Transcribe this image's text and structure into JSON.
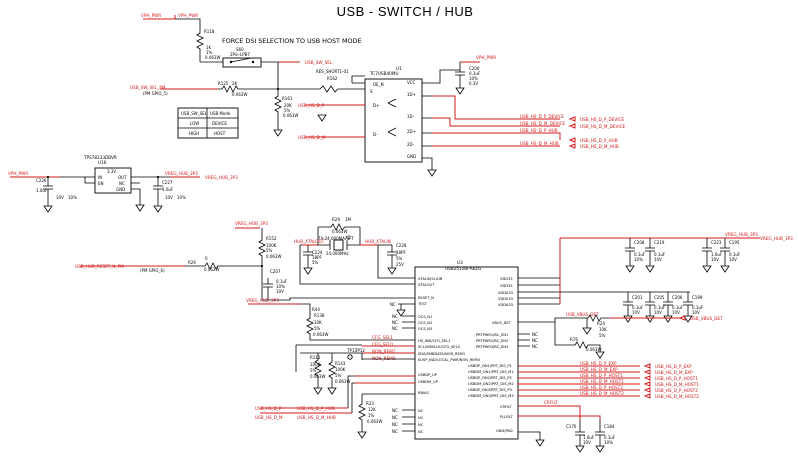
{
  "title": "USB - SWITCH / HUB",
  "note": "FORCE DSI SELECTION TO USB HOST MODE",
  "colors": {
    "wire": "#000000",
    "net": "#d01818",
    "bg": "#ffffff"
  },
  "nets": {
    "vph_pwr": "VPH_PWR",
    "usb_sw_sel": "USB_SW_SEL",
    "usb_sw_sel_pm": "USB_SW_SEL_PM",
    "pm_gpio": "(PM GPIO_5)",
    "usb_hs_d_p": "USB_HS_D_P",
    "usb_hs_d_m": "USB_HS_D_M",
    "dev_p": "USB_HS_D_P_DEVICE",
    "dev_m": "USB_HS_D_M_DEVICE",
    "hub_p": "USB_HS_D_P_HUB",
    "hub_m": "USB_HS_D_M_HUB",
    "vreg_hub": "VREG_HUB_3P3",
    "hub_reset": "USB_HUB_RESET_N_PM",
    "pm_gpio2": "(PM GPIO_6)",
    "hub_xtal_out": "HUB_XTALOUT",
    "hub_xtal_in": "HUB_XTALIN",
    "ext_p": "USB_HS_D_P_EXP",
    "ext_m": "USB_HS_D_M_EXP",
    "host1_p": "USB_HS_D_P_HOST1",
    "host1_m": "USB_HS_D_M_HOST1",
    "host2_p": "USB_HS_D_P_HOST2",
    "host2_m": "USB_HS_D_M_HOST2",
    "vbus_det": "USB_VBUS_DET",
    "crfilt": "CRFILT",
    "pllflt": "PLLFILT"
  },
  "table": {
    "header": [
      "USB_SW_SEL",
      "USB Mode"
    ],
    "rows": [
      [
        "LOW",
        "DEVICE"
      ],
      [
        "HIGH",
        "HOST"
      ]
    ]
  },
  "components": {
    "r118": [
      "R118",
      "1K",
      "1%",
      "0.063W"
    ],
    "s60": [
      "S60",
      "2Pin-LPB7"
    ],
    "r125": [
      "R125",
      "2K",
      "5%",
      "0.063W"
    ],
    "r161": [
      "R161",
      "20K",
      "5%",
      "0.063W"
    ],
    "r162": [
      "RES_SHORT1-01",
      "R162"
    ],
    "u1": [
      "U1",
      "TC7USB40MU"
    ],
    "u1_pins_left": [
      "OE_N",
      "S",
      "D+",
      "D-"
    ],
    "u1_pins_right": [
      "VCC",
      "1D+",
      "1D-",
      "2D+",
      "2D-",
      "GND"
    ],
    "c200": [
      "C200",
      "0.1uF",
      "10%",
      "6.3V"
    ],
    "u16": [
      "U16",
      "TPS78233DBVR"
    ],
    "u16_pins": [
      "IN",
      "EN",
      "OUT",
      "NC",
      "GND"
    ],
    "u16_volt": "3.3V",
    "c226": [
      "C226",
      "1.0uF",
      "10V",
      "10%"
    ],
    "c227": [
      "C227",
      "1.0uF",
      "10V",
      "10%"
    ],
    "r29": [
      "R29",
      "1M",
      "0.063W"
    ],
    "y2": [
      "Y2",
      "7A-24.000MAAE-T",
      "24.000MHz"
    ],
    "c224": [
      "C224",
      "18PF",
      "5%",
      "25V"
    ],
    "c228": [
      "C228",
      "18PF",
      "5%",
      "25V"
    ],
    "r152": [
      "R152",
      "100K",
      "5%",
      "0.063W"
    ],
    "c207": [
      "C207",
      "0.1uF",
      "10%",
      "10V"
    ],
    "r26": [
      "R26",
      "0",
      "0.063W"
    ],
    "u3": [
      "U3",
      "USB2512BI-AEZG"
    ],
    "u3_left_pins": [
      "XTALIN/CLKIN",
      "XTALOUT",
      "RESET_N",
      "TEST",
      "OCS_N1",
      "OCS_N2",
      "OCS_N3",
      "HS_IND/CFG_SEL1",
      "SCL/SMBCLK/CFG_SEL0",
      "SDA/SMBDATA/NON_REM1",
      "SUSP_IND/LOCAL_PWR/NON_REM0",
      "USBDP_UP",
      "USBDM_UP",
      "RBIAS",
      "NC",
      "NC",
      "NC",
      "NC"
    ],
    "u3_right_pins": [
      "VDD33",
      "VDD33",
      "VDDA33",
      "VDDA33",
      "VDDA33",
      "VBUS_DET",
      "PRTPWR1/BC_EN1",
      "PRTPWR2/BC_EN2",
      "PRTPWR3/BC_EN3",
      "USBDP_DN1/PRT_DIS_P1",
      "USBDM_DN1/PRT_DIS_M1",
      "USBDP_DN2/PRT_DIS_P2",
      "USBDM_DN2/PRT_DIS_M2",
      "USBDP_DN3/PRT_DIS_P3",
      "USBDM_DN3/PRT_DIS_M3",
      "CRFILT",
      "PLLFILT",
      "GND/PAD"
    ],
    "c208": [
      "C208",
      "0.1uF",
      "10%",
      "10V"
    ],
    "c219": [
      "C219",
      "0.1uF",
      "10%",
      "10V"
    ],
    "c223": [
      "C223",
      "1.0uF",
      "10V",
      "10%"
    ],
    "c195": [
      "C195",
      "0.1uF",
      "10%",
      "10V"
    ],
    "c201": [
      "C201",
      "0.1uF",
      "10%",
      "10V"
    ],
    "c205": [
      "C205",
      "0.1uF",
      "10%",
      "10V"
    ],
    "c206": [
      "C206",
      "0.1uF",
      "10%",
      "10V"
    ],
    "c199": [
      "C199",
      "0.1uF",
      "10%",
      "10V"
    ],
    "r24": [
      "R24",
      "10K",
      "5%",
      "0.063W"
    ],
    "r76": [
      "R76",
      "0",
      "5%",
      "0.063W"
    ],
    "c176": [
      "C176",
      "1.0uF",
      "10V",
      "10%"
    ],
    "c184": [
      "C184",
      "0.1uF",
      "10%",
      "10V"
    ],
    "r44": [
      "R44",
      "R138",
      "10K",
      "5%",
      "0.063W"
    ],
    "r111": [
      "R111",
      "100K",
      "5%",
      "0.063W"
    ],
    "r143": [
      "R143",
      "100K",
      "5%",
      "0.063W"
    ],
    "tp": [
      "TP13",
      "TP12"
    ],
    "r23": [
      "R23",
      "12K",
      "1%",
      "0.063W"
    ],
    "cfg": [
      "CFG_SEL1",
      "CFG_SEL0",
      "NON_REM1",
      "NON_REM0"
    ],
    "nc": "NC"
  }
}
